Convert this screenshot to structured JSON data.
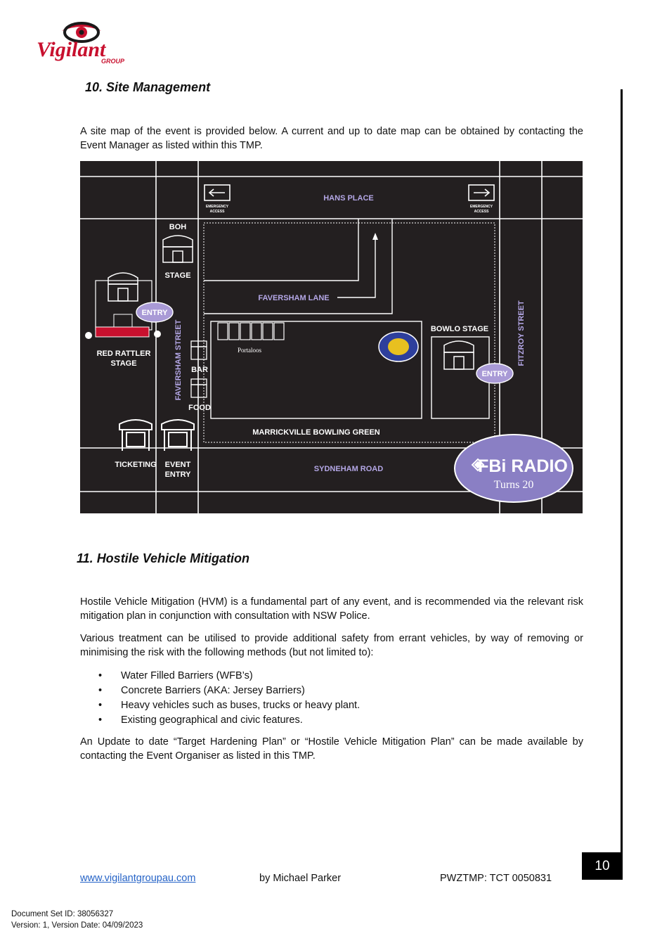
{
  "logo": {
    "brand_text": "Vigilant",
    "brand_sub": "GROUP"
  },
  "section_10": {
    "heading": "10. Site Management",
    "paragraph": "A site map of the event is provided below. A current and up to date map can be obtained by contacting the Event Manager as listed within this TMP."
  },
  "site_map": {
    "streets": {
      "hans_place": "HANS PLACE",
      "faversham_lane": "FAVERSHAM LANE",
      "faversham_street": "FAVERSHAM STREET",
      "fitzroy_street": "FITZROY STREET",
      "sydneham_road": "SYDNEHAM ROAD"
    },
    "emergency_access_line1": "EMERGENCY",
    "emergency_access_line2": "ACCESS",
    "boh": "BOH",
    "stage": "STAGE",
    "entry_left": "ENTRY",
    "entry_right": "ENTRY",
    "red_rattler_line1": "RED RATTLER",
    "red_rattler_line2": "STAGE",
    "bar": "BAR",
    "food": "FOOD",
    "portaloos": "Portaloos",
    "bowlo_stage": "BOWLO STAGE",
    "bowling_green": "MARRICKVILLE BOWLING GREEN",
    "ticketing": "TICKETING",
    "event_entry_line1": "EVENT",
    "event_entry_line2": "ENTRY",
    "fbi_radio": "FBi RADIO",
    "fbi_turns": "Turns 20",
    "colors": {
      "background": "#231f20",
      "entry_badge": "#a99ad6",
      "fbi_badge": "#8a7fc4",
      "street_label": "#b4a7e6"
    }
  },
  "section_11": {
    "heading": "11. Hostile Vehicle Mitigation",
    "paragraph_1": "Hostile Vehicle Mitigation (HVM) is a fundamental part of any event, and is recommended via the relevant risk mitigation plan in conjunction with consultation with NSW Police.",
    "paragraph_2": "Various treatment can be utilised to provide additional safety from errant vehicles, by way of removing or minimising the risk with the following methods (but not limited to):",
    "bullets": [
      "Water Filled Barriers (WFB’s)",
      "Concrete Barriers (AKA: Jersey Barriers)",
      "Heavy vehicles such as buses, trucks or heavy plant.",
      "Existing geographical and civic features."
    ],
    "paragraph_3": "An Update to date “Target Hardening Plan” or “Hostile Vehicle Mitigation Plan” can be made available by contacting the Event Organiser as listed in this TMP."
  },
  "page_number": "10",
  "footer": {
    "website": "www.vigilantgroupau.com",
    "author": "by Michael Parker",
    "doc_ref": "PWZTMP: TCT 0050831"
  },
  "document_meta": {
    "set_id": "Document Set ID: 38056327",
    "version": "Version: 1, Version Date: 04/09/2023"
  }
}
